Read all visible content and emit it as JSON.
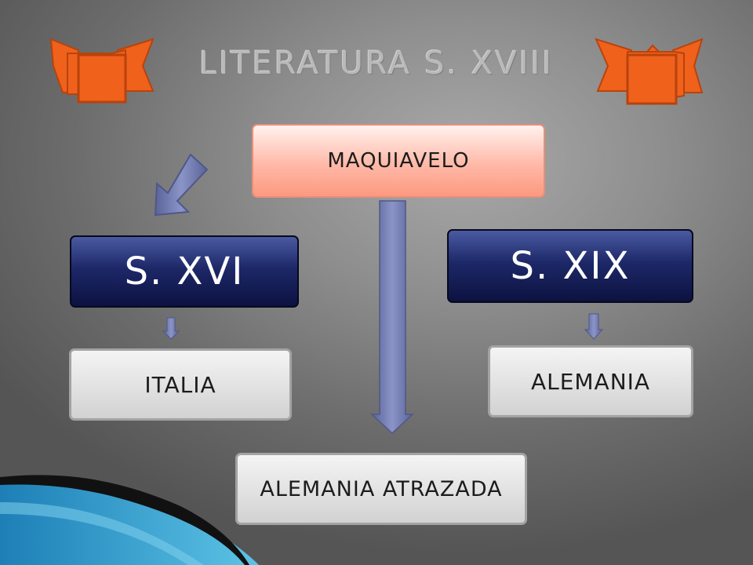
{
  "title": "LITERATURA  S. XVIII",
  "nodes": {
    "maquiavelo": "MAQUIAVELO",
    "s_xvi": "S. XVI",
    "s_xix": "S. XIX",
    "italia": "ITALIA",
    "alemania": "ALEMANIA",
    "alemania_atrazada": "ALEMANIA ATRAZADA"
  },
  "colors": {
    "banner_fill": "#f0611c",
    "banner_stroke": "#b8430c",
    "arrow_fill": "#6f7ab0",
    "box_navy": "#1d2868",
    "box_pink": "#ffb9a8",
    "box_gray": "#e4e4e4",
    "wave_blue": "#2e95c8"
  },
  "icons": [
    "banner-left-icon",
    "banner-right-icon"
  ]
}
